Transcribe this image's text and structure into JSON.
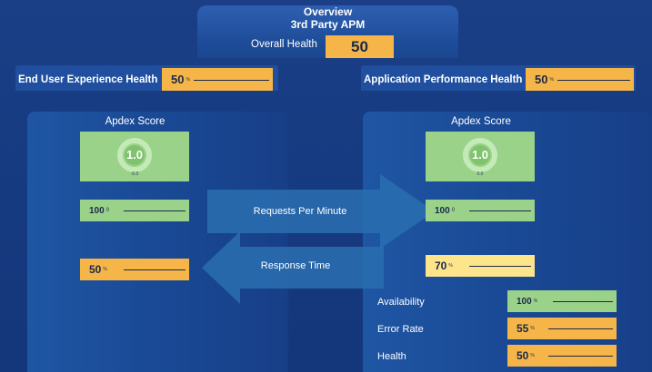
{
  "header": {
    "title": "Overview",
    "subtitle": "3rd Party APM",
    "overall_label": "Overall Health",
    "overall_value": "50"
  },
  "left": {
    "title": "End User Experience Health",
    "health_value": "50",
    "health_unit": "%",
    "apdex_title": "Apdex Score",
    "apdex_value": "1.0",
    "apdex_sub": "-0.0",
    "requests_value": "100",
    "requests_unit": "0",
    "response_value": "50",
    "response_unit": "%"
  },
  "right": {
    "title": "Application Performance Health",
    "health_value": "50",
    "health_unit": "%",
    "apdex_title": "Apdex Score",
    "apdex_value": "1.0",
    "apdex_sub": "0.0",
    "requests_value": "100",
    "requests_unit": "0",
    "response_value": "70",
    "response_unit": "%",
    "availability_label": "Availability",
    "availability_value": "100",
    "availability_unit": "%",
    "error_label": "Error Rate",
    "error_value": "55",
    "error_unit": "%",
    "health_label": "Health",
    "health2_value": "50",
    "health2_unit": "%"
  },
  "arrows": {
    "requests_label": "Requests Per Minute",
    "response_label": "Response Time"
  },
  "colors": {
    "orange": "#f6b548",
    "green": "#9bd28a",
    "yellow": "#fde58c",
    "background": "#1a3f86"
  }
}
